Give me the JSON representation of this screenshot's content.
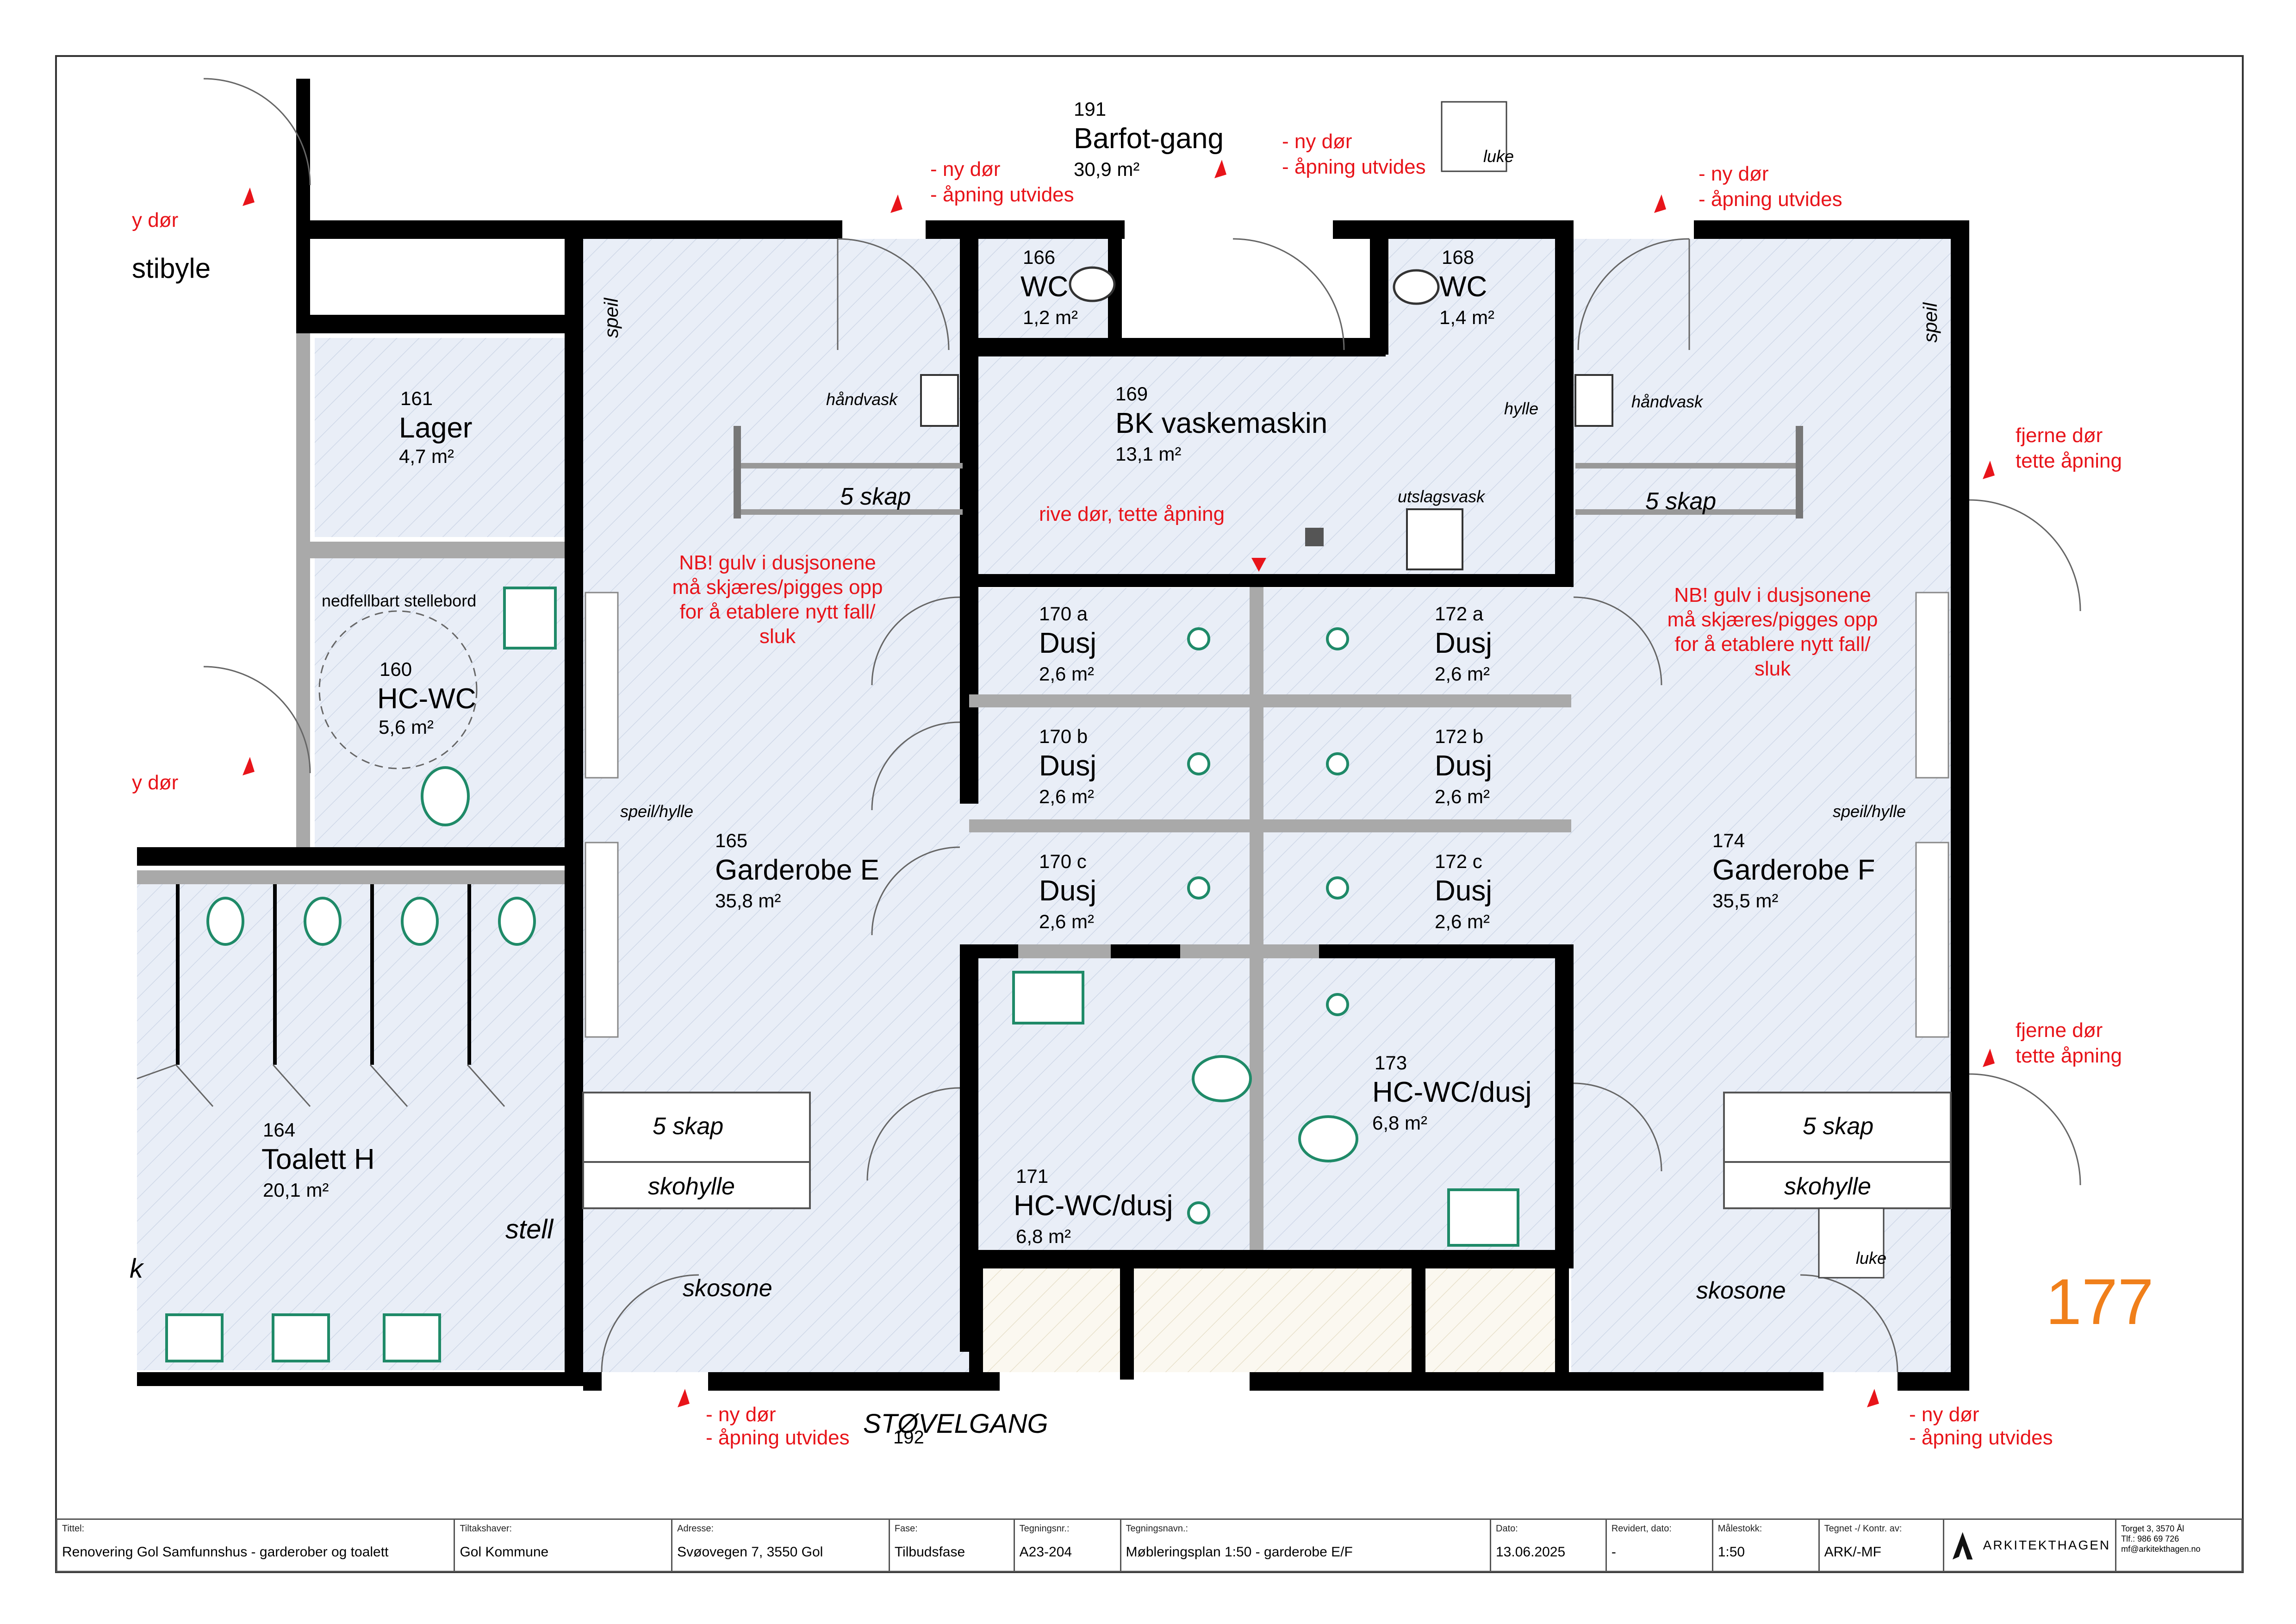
{
  "rooms": {
    "r191": {
      "num": "191",
      "name": "Barfot-gang",
      "area": "30,9 m²"
    },
    "r166": {
      "num": "166",
      "name": "WC",
      "area": "1,2 m²"
    },
    "r168": {
      "num": "168",
      "name": "WC",
      "area": "1,4 m²"
    },
    "r161": {
      "num": "161",
      "name": "Lager",
      "area": "4,7 m²"
    },
    "r169": {
      "num": "169",
      "name": "BK vaskemaskin",
      "area": "13,1 m²"
    },
    "r160": {
      "num": "160",
      "name": "HC-WC",
      "area": "5,6 m²"
    },
    "r170a": {
      "num": "170 a",
      "name": "Dusj",
      "area": "2,6 m²"
    },
    "r172a": {
      "num": "172 a",
      "name": "Dusj",
      "area": "2,6 m²"
    },
    "r170b": {
      "num": "170 b",
      "name": "Dusj",
      "area": "2,6 m²"
    },
    "r172b": {
      "num": "172 b",
      "name": "Dusj",
      "area": "2,6 m²"
    },
    "r170c": {
      "num": "170 c",
      "name": "Dusj",
      "area": "2,6 m²"
    },
    "r172c": {
      "num": "172 c",
      "name": "Dusj",
      "area": "2,6 m²"
    },
    "r165": {
      "num": "165",
      "name": "Garderobe E",
      "area": "35,8 m²"
    },
    "r174": {
      "num": "174",
      "name": "Garderobe F",
      "area": "35,5 m²"
    },
    "r173": {
      "num": "173",
      "name": "HC-WC/dusj",
      "area": "6,8 m²"
    },
    "r171": {
      "num": "171",
      "name": "HC-WC/dusj",
      "area": "6,8 m²"
    },
    "r164": {
      "num": "164",
      "name": "Toalett H",
      "area": "20,1 m²"
    },
    "r192": {
      "num": "192",
      "name": "STØVELGANG"
    },
    "vestibyle": {
      "name": "stibyle"
    },
    "r177": {
      "num": "177"
    }
  },
  "labels": {
    "speil": "speil",
    "handvask": "håndvask",
    "hylle": "hylle",
    "utslagsvask": "utslagsvask",
    "skap5": "5 skap",
    "speilhylle": "speil/hylle",
    "skohylle": "skohylle",
    "skosone": "skosone",
    "luke": "luke",
    "stell": "stell",
    "stellebord": "nedfellbart stellebord",
    "k": "k"
  },
  "notes": {
    "ny_dor": "- ny dør",
    "apning_utvides": "- åpning utvides",
    "ny_dor_cut": "y dør",
    "fjerne_dor": "fjerne dør",
    "tette_apning": "tette åpning",
    "rive_dor": "rive dør, tette åpning",
    "nb_1": "NB! gulv i dusjsonene",
    "nb_2": "må skjæres/pigges opp",
    "nb_3": "for å etablere nytt fall/",
    "nb_4": "sluk"
  },
  "titleblock": {
    "tittel_label": "Tittel:",
    "tittel": "Renovering Gol Samfunnshus - garderober og toalett",
    "tiltakshaver_label": "Tiltakshaver:",
    "tiltakshaver": "Gol Kommune",
    "adresse_label": "Adresse:",
    "adresse": "Svøovegen 7, 3550 Gol",
    "fase_label": "Fase:",
    "fase": "Tilbudsfase",
    "tegningsnr_label": "Tegningsnr.:",
    "tegningsnr": "A23-204",
    "tegningsnavn_label": "Tegningsnavn.:",
    "tegningsnavn": "Møbleringsplan 1:50 - garderobe E/F",
    "dato_label": "Dato:",
    "dato": "13.06.2025",
    "revidert_label": "Revidert, dato:",
    "revidert": "-",
    "malestokk_label": "Målestokk:",
    "malestokk": "1:50",
    "tegnet_label": "Tegnet -/ Kontr. av:",
    "tegnet": "ARK/-MF",
    "firm": "ARKITEKTHAGEN",
    "contact_1": "Torget 3, 3570 Ål",
    "contact_2": "Tlf.: 986 69 726",
    "contact_3": "mf@arkitekthagen.no"
  },
  "colors": {
    "note": "#e8141a",
    "room_fill": "#e9eef7",
    "fixture": "#1f8a68",
    "accent_177": "#f07f1a"
  }
}
